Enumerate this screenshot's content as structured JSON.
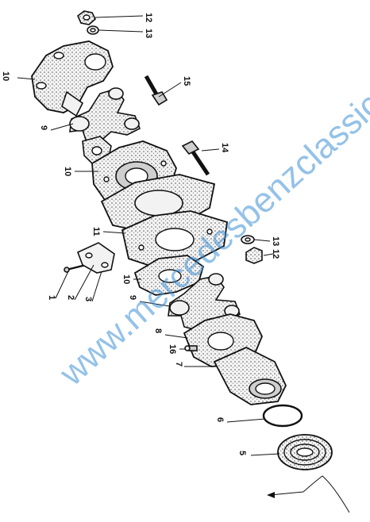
{
  "callouts": [
    "1",
    "2",
    "3",
    "5",
    "6",
    "7",
    "8",
    "9",
    "9",
    "10",
    "10",
    "10",
    "11",
    "12",
    "12",
    "13",
    "13",
    "14",
    "15",
    "16"
  ],
  "watermark": "www.mercedesbenzclassiccars.com"
}
